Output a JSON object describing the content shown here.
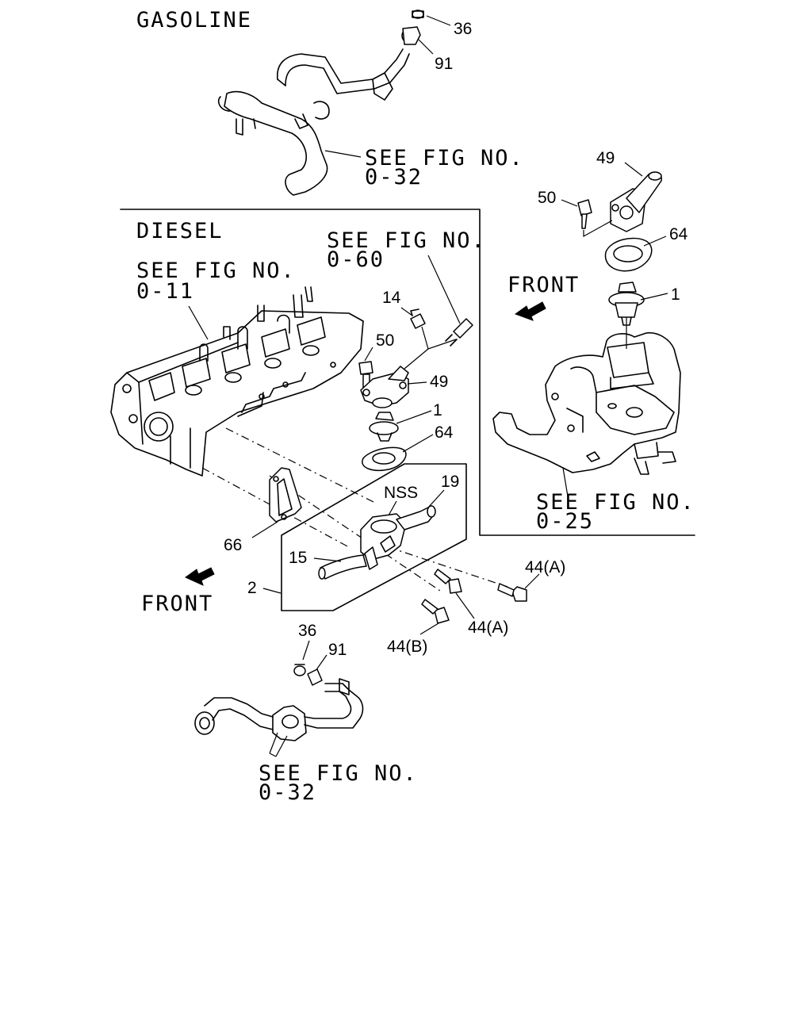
{
  "sections": {
    "gasoline": "GASOLINE",
    "diesel": "DIESEL"
  },
  "references": {
    "gasoline_pipe": [
      "SEE FIG NO.",
      "0-32"
    ],
    "diesel_head": [
      "SEE FIG NO.",
      "0-11"
    ],
    "diesel_sensor": [
      "SEE FIG NO.",
      "0-60"
    ],
    "manifold": [
      "SEE FIG NO.",
      "0-25"
    ],
    "lower_pipe": [
      "SEE FIG NO.",
      "0-32"
    ]
  },
  "directions": {
    "front_right": "FRONT",
    "front_left": "FRONT"
  },
  "callouts": {
    "c36_top": "36",
    "c91_top": "91",
    "c49_right": "49",
    "c50_right": "50",
    "c64_right": "64",
    "c1_right": "1",
    "c14": "14",
    "c50_mid": "50",
    "c49_mid": "49",
    "c1_mid": "1",
    "c64_mid": "64",
    "c19": "19",
    "nss": "NSS",
    "c66": "66",
    "c15": "15",
    "c2": "2",
    "c44a_right": "44(A)",
    "c44a_mid": "44(A)",
    "c44b": "44(B)",
    "c36_bottom": "36",
    "c91_bottom": "91"
  }
}
